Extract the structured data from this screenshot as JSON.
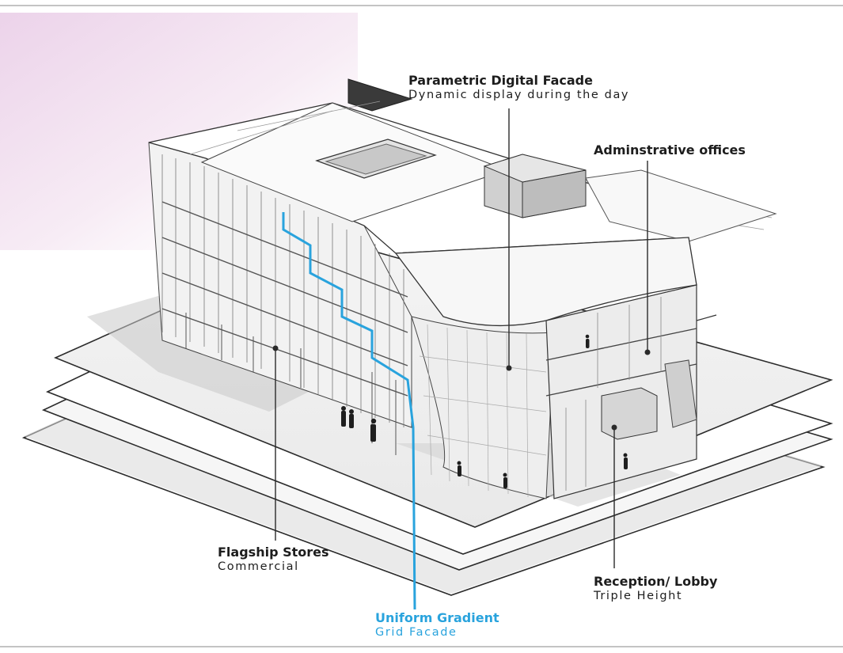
{
  "colors": {
    "accent_blue": "#29a3dd",
    "gradient_pink": "#f1dcef",
    "line": "#3a3a3a"
  },
  "labels": {
    "facade": {
      "title": "Parametric Digital Facade",
      "subtitle": "Dynamic display during the day"
    },
    "offices": {
      "title": "Adminstrative offices"
    },
    "stores": {
      "title": "Flagship Stores",
      "subtitle": "Commercial"
    },
    "lobby": {
      "title": "Reception/ Lobby",
      "subtitle": "Triple Height"
    },
    "grid": {
      "title": "Uniform Gradient",
      "subtitle": "Grid Facade"
    }
  }
}
